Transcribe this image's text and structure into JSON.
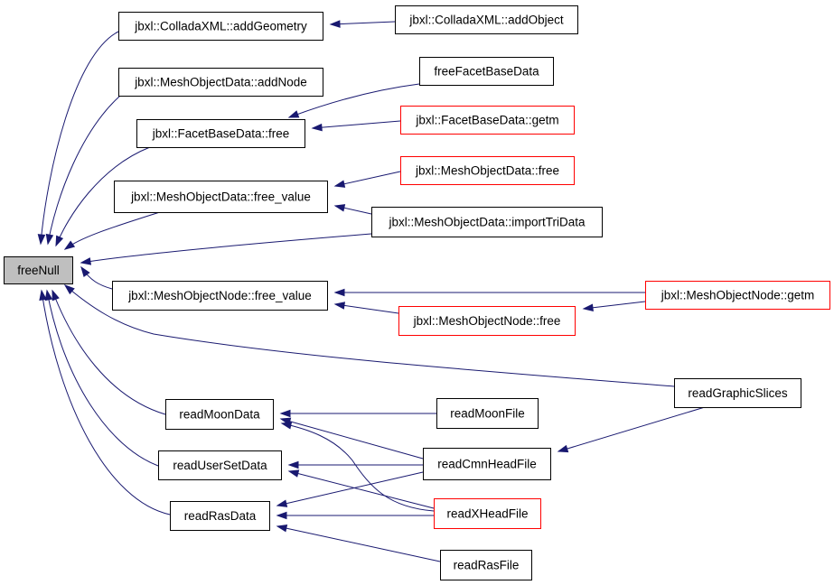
{
  "colors": {
    "edge": "#191970",
    "border": "#000000",
    "border_incomplete": "#ff0000",
    "root_fill": "#bfbfbf",
    "background": "#ffffff"
  },
  "nodes": [
    {
      "id": "freeNull",
      "label": "freeNull",
      "style": "root"
    },
    {
      "id": "cx_addGeometry",
      "label": "jbxl::ColladaXML::addGeometry",
      "style": "normal"
    },
    {
      "id": "cx_addObject",
      "label": "jbxl::ColladaXML::addObject",
      "style": "normal"
    },
    {
      "id": "mod_addNode",
      "label": "jbxl::MeshObjectData::addNode",
      "style": "normal"
    },
    {
      "id": "freeFacetBaseData",
      "label": "freeFacetBaseData",
      "style": "normal"
    },
    {
      "id": "fbd_free",
      "label": "jbxl::FacetBaseData::free",
      "style": "normal"
    },
    {
      "id": "fbd_getm",
      "label": "jbxl::FacetBaseData::getm",
      "style": "incomplete"
    },
    {
      "id": "mod_free",
      "label": "jbxl::MeshObjectData::free",
      "style": "incomplete"
    },
    {
      "id": "mod_free_value",
      "label": "jbxl::MeshObjectData::free_value",
      "style": "normal"
    },
    {
      "id": "mod_importTriData",
      "label": "jbxl::MeshObjectData::importTriData",
      "style": "normal"
    },
    {
      "id": "mon_free_value",
      "label": "jbxl::MeshObjectNode::free_value",
      "style": "normal"
    },
    {
      "id": "mon_getm",
      "label": "jbxl::MeshObjectNode::getm",
      "style": "incomplete"
    },
    {
      "id": "mon_free",
      "label": "jbxl::MeshObjectNode::free",
      "style": "incomplete"
    },
    {
      "id": "readGraphicSlices",
      "label": "readGraphicSlices",
      "style": "normal"
    },
    {
      "id": "readMoonData",
      "label": "readMoonData",
      "style": "normal"
    },
    {
      "id": "readMoonFile",
      "label": "readMoonFile",
      "style": "normal"
    },
    {
      "id": "readUserSetData",
      "label": "readUserSetData",
      "style": "normal"
    },
    {
      "id": "readCmnHeadFile",
      "label": "readCmnHeadFile",
      "style": "normal"
    },
    {
      "id": "readRasData",
      "label": "readRasData",
      "style": "normal"
    },
    {
      "id": "readXHeadFile",
      "label": "readXHeadFile",
      "style": "incomplete"
    },
    {
      "id": "readRasFile",
      "label": "readRasFile",
      "style": "normal"
    }
  ],
  "edges": [
    {
      "from": "cx_addGeometry",
      "to": "freeNull"
    },
    {
      "from": "mod_addNode",
      "to": "freeNull"
    },
    {
      "from": "fbd_free",
      "to": "freeNull"
    },
    {
      "from": "mod_free_value",
      "to": "freeNull"
    },
    {
      "from": "mod_importTriData",
      "to": "freeNull"
    },
    {
      "from": "mon_free_value",
      "to": "freeNull"
    },
    {
      "from": "readGraphicSlices",
      "to": "freeNull"
    },
    {
      "from": "readMoonData",
      "to": "freeNull"
    },
    {
      "from": "readUserSetData",
      "to": "freeNull"
    },
    {
      "from": "readRasData",
      "to": "freeNull"
    },
    {
      "from": "cx_addObject",
      "to": "cx_addGeometry"
    },
    {
      "from": "freeFacetBaseData",
      "to": "fbd_free"
    },
    {
      "from": "fbd_getm",
      "to": "fbd_free"
    },
    {
      "from": "mod_free",
      "to": "mod_free_value"
    },
    {
      "from": "mod_importTriData",
      "to": "mod_free_value"
    },
    {
      "from": "mon_getm",
      "to": "mon_free_value"
    },
    {
      "from": "mon_free",
      "to": "mon_free_value"
    },
    {
      "from": "mon_getm",
      "to": "mon_free"
    },
    {
      "from": "readMoonFile",
      "to": "readMoonData"
    },
    {
      "from": "readCmnHeadFile",
      "to": "readMoonData"
    },
    {
      "from": "readXHeadFile",
      "to": "readMoonData"
    },
    {
      "from": "readCmnHeadFile",
      "to": "readUserSetData"
    },
    {
      "from": "readXHeadFile",
      "to": "readUserSetData"
    },
    {
      "from": "readCmnHeadFile",
      "to": "readRasData"
    },
    {
      "from": "readXHeadFile",
      "to": "readRasData"
    },
    {
      "from": "readRasFile",
      "to": "readRasData"
    },
    {
      "from": "readGraphicSlices",
      "to": "readCmnHeadFile"
    }
  ]
}
